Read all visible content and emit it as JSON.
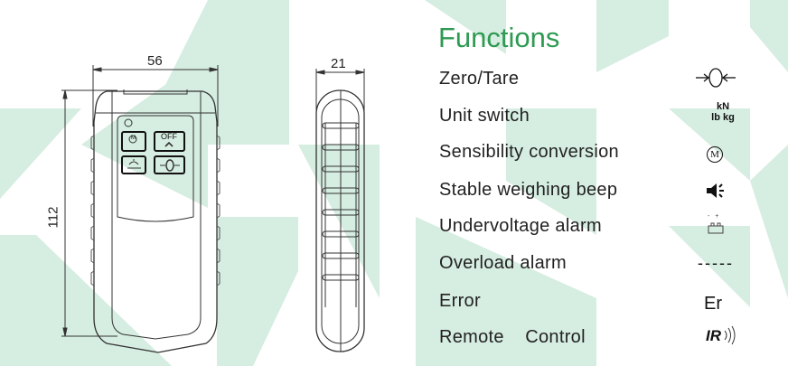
{
  "dimensions": {
    "width": "56",
    "height": "112",
    "depth": "21"
  },
  "device": {
    "off_label": "OFF",
    "motor_symbol": "M"
  },
  "functions": {
    "title": "Functions",
    "items": [
      {
        "label": "Zero/Tare",
        "icon": "zero-tare-icon"
      },
      {
        "label": "Unit switch",
        "icon_text_1": "kN",
        "icon_text_2": "lb kg"
      },
      {
        "label": "Sensibility conversion",
        "icon_text": "M"
      },
      {
        "label": "Stable weighing beep",
        "icon": "speaker-icon"
      },
      {
        "label": "Undervoltage alarm",
        "icon": "battery-icon",
        "icon_text": "- +"
      },
      {
        "label": "Overload alarm",
        "icon_text": "-----"
      },
      {
        "label": "Error",
        "icon_text": "Er"
      },
      {
        "label": "Remote    Control",
        "icon_text": "IR"
      }
    ]
  },
  "colors": {
    "title": "#2e9a52",
    "watermark": "#d6ede1"
  }
}
